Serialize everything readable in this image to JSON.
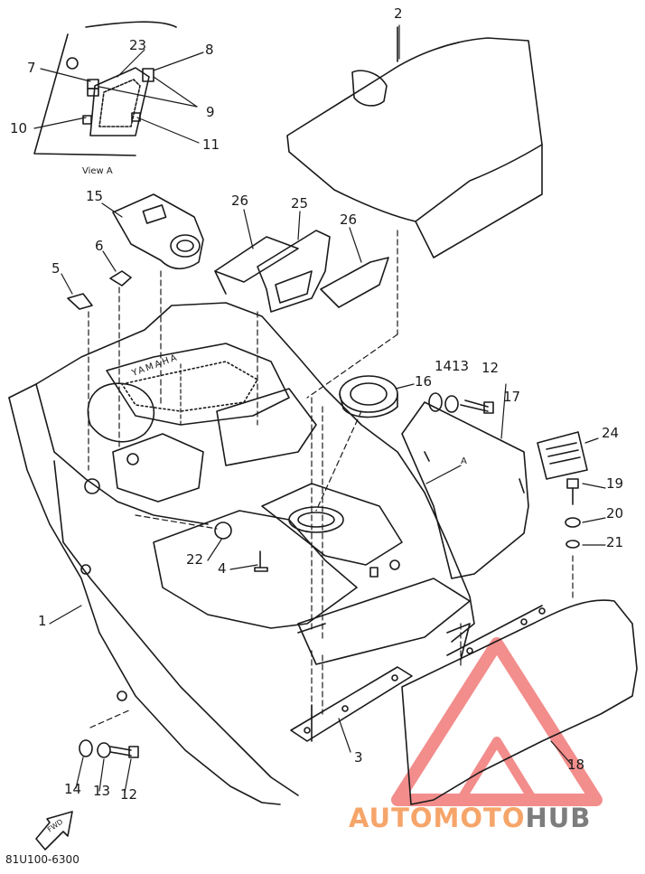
{
  "callouts": [
    "2",
    "23",
    "8",
    "7",
    "9",
    "10",
    "11",
    "15",
    "26",
    "25",
    "26",
    "6",
    "5",
    "16",
    "14",
    "13",
    "12",
    "17",
    "24",
    "19",
    "20",
    "21",
    "22",
    "4",
    "1",
    "3",
    "18",
    "14",
    "13",
    "12"
  ],
  "view_label": "View A",
  "arrow_label": "A",
  "embossed_logo": "YAMAHA",
  "fwd_label": "FWD",
  "part_code": "81U100-6300",
  "watermark": {
    "prefix": "AUTOMOTO",
    "suffix": "HUB"
  },
  "colors": {
    "line": "#1a1a1a",
    "watermark_red": "#f07a78",
    "watermark_orange": "#f6a56a",
    "watermark_gray": "#7d7d7d"
  }
}
